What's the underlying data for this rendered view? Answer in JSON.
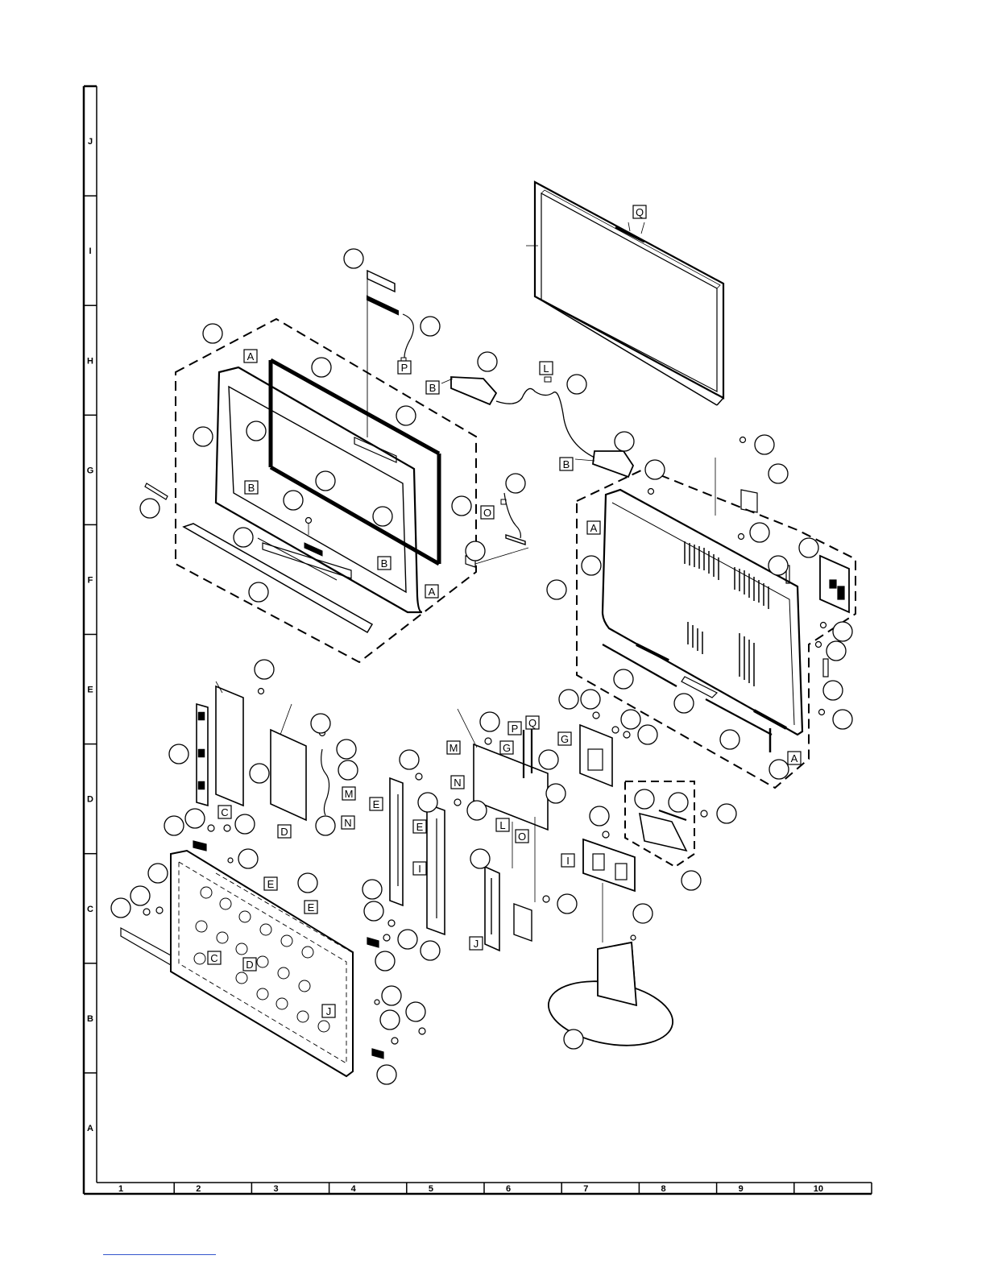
{
  "frame": {
    "row_labels": [
      "J",
      "I",
      "H",
      "G",
      "F",
      "E",
      "D",
      "C",
      "B",
      "A"
    ],
    "col_labels": [
      "1",
      "2",
      "3",
      "4",
      "5",
      "6",
      "7",
      "8",
      "9",
      "10"
    ]
  },
  "letter_tags": [
    "Q",
    "A",
    "P",
    "B",
    "L",
    "B",
    "B",
    "O",
    "B",
    "A",
    "G",
    "A",
    "A",
    "M",
    "N",
    "C",
    "D",
    "E",
    "M",
    "N",
    "G",
    "P",
    "Q",
    "E",
    "I",
    "L",
    "O",
    "I",
    "E",
    "E",
    "C",
    "D",
    "J",
    "J"
  ],
  "colors": {
    "ink": "#000000",
    "footer_rule": "#3355cc"
  }
}
